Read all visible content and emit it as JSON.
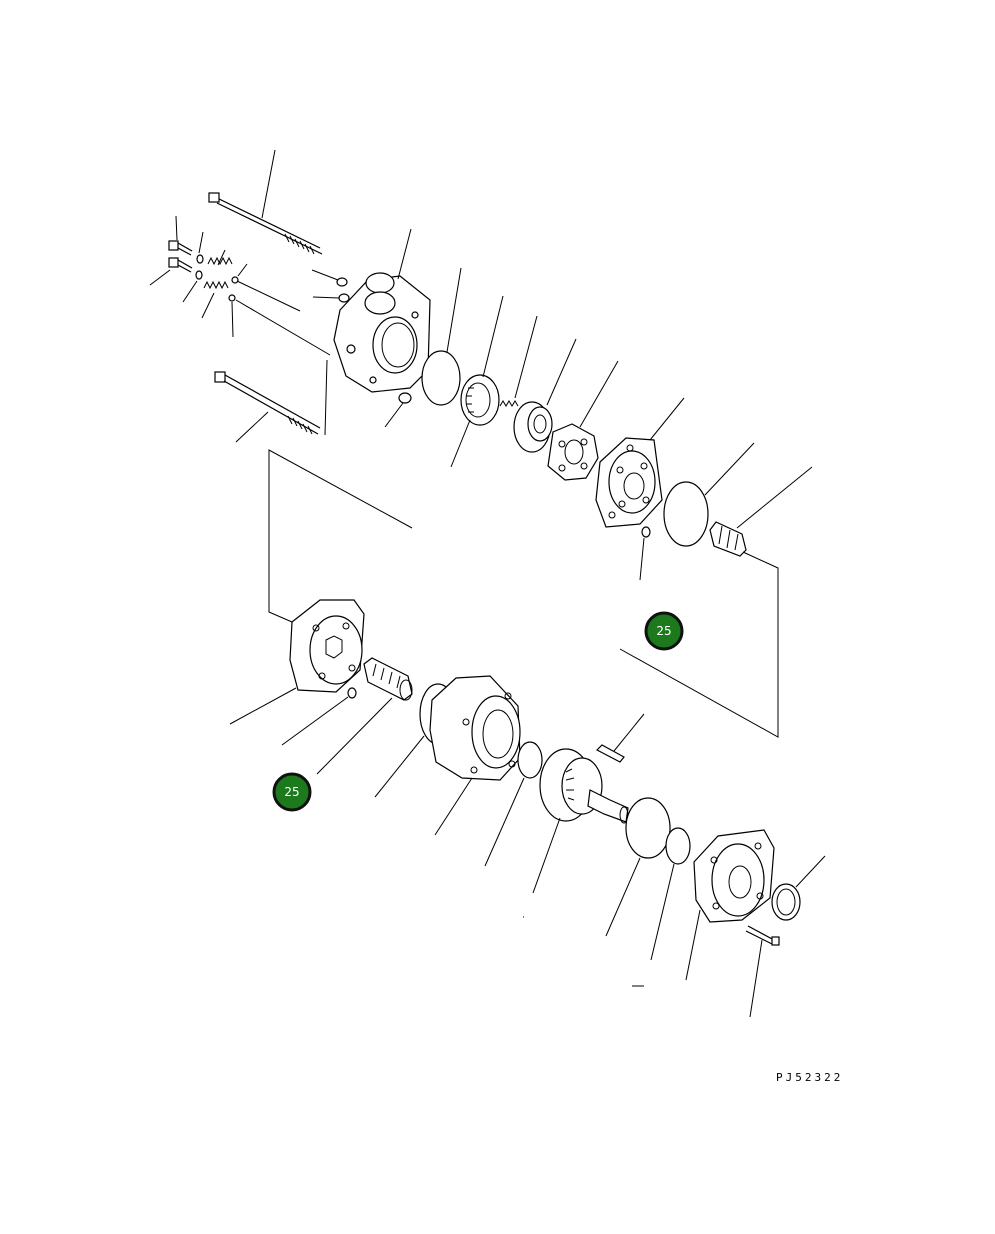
{
  "drawing": {
    "code": "PJ52322"
  },
  "callouts": [
    {
      "label": "25",
      "color": "#1c7a1c"
    },
    {
      "label": "25",
      "color": "#1c7a1c"
    }
  ],
  "colors": {
    "line": "#000000",
    "background": "#ffffff",
    "callout_fill": "#1c7a1c"
  }
}
